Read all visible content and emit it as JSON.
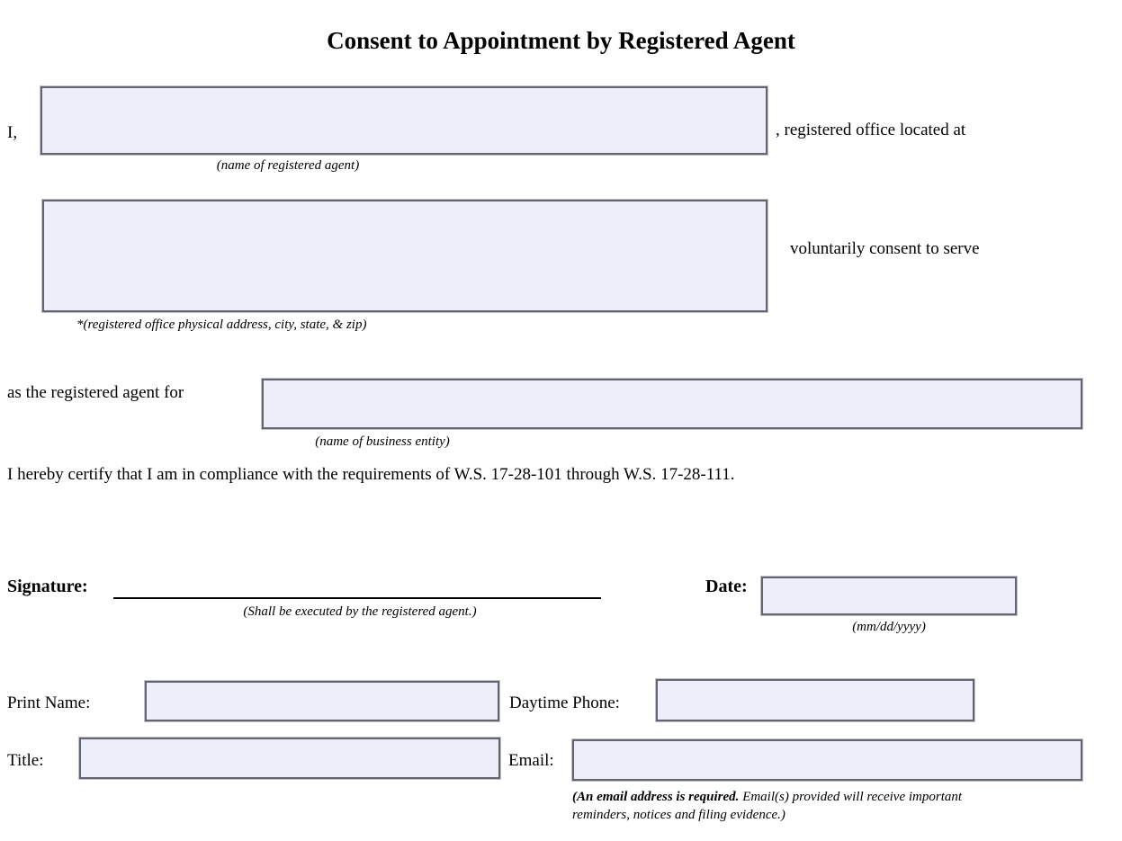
{
  "page": {
    "title": "Consent to Appointment by Registered Agent"
  },
  "form": {
    "line1": {
      "prefix": "I,",
      "agent_name_value": "",
      "agent_name_caption": "(name of registered agent)",
      "suffix": ", registered office located at"
    },
    "line2": {
      "address_value": "",
      "address_caption": "*(registered office physical address, city, state, & zip)",
      "suffix": "voluntarily consent to serve"
    },
    "line3": {
      "prefix": "as the registered agent for",
      "entity_value": "",
      "entity_caption": "(name of business entity)"
    },
    "certification": "I hereby certify that I am in compliance with the requirements of W.S. 17-28-101 through W.S. 17-28-111.",
    "signature": {
      "label": "Signature:",
      "caption": "(Shall be executed by the registered agent.)"
    },
    "date": {
      "label": "Date:",
      "value": "",
      "caption": "(mm/dd/yyyy)"
    },
    "print_name": {
      "label": "Print Name:",
      "value": ""
    },
    "daytime_phone": {
      "label": "Daytime Phone:",
      "value": ""
    },
    "title_field": {
      "label": "Title:",
      "value": ""
    },
    "email": {
      "label": "Email:",
      "value": "",
      "note_bold": "(An email address is required.",
      "note_rest": " Email(s) provided will receive important reminders, notices and filing evidence.)"
    }
  },
  "colors": {
    "field_fill": "#ECEFFA",
    "field_border": "#64646E",
    "text": "#000000"
  }
}
